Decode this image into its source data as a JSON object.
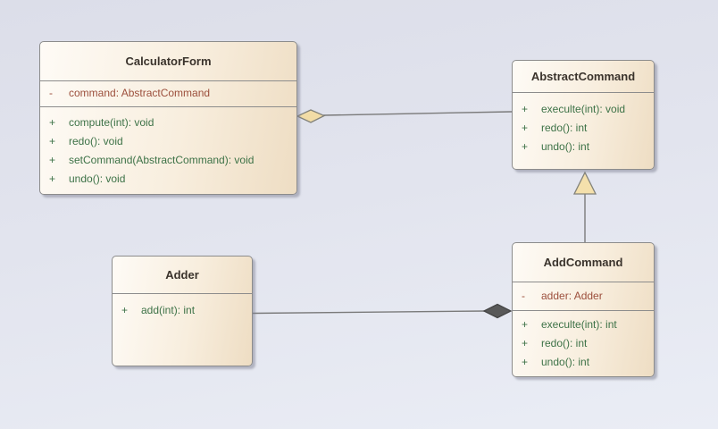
{
  "diagram": {
    "kind": "uml-class-diagram",
    "classes": [
      {
        "name": "CalculatorForm",
        "attributes": [
          {
            "visibility": "-",
            "text": "command: AbstractCommand"
          }
        ],
        "methods": [
          {
            "visibility": "+",
            "text": "compute(int): void"
          },
          {
            "visibility": "+",
            "text": "redo(): void"
          },
          {
            "visibility": "+",
            "text": "setCommand(AbstractCommand): void"
          },
          {
            "visibility": "+",
            "text": "undo(): void"
          }
        ]
      },
      {
        "name": "AbstractCommand",
        "attributes": [],
        "methods": [
          {
            "visibility": "+",
            "text": "execulte(int): void"
          },
          {
            "visibility": "+",
            "text": "redo(): int"
          },
          {
            "visibility": "+",
            "text": "undo(): int"
          }
        ]
      },
      {
        "name": "Adder",
        "attributes": [],
        "methods": [
          {
            "visibility": "+",
            "text": "add(int): int"
          }
        ]
      },
      {
        "name": "AddCommand",
        "attributes": [
          {
            "visibility": "-",
            "text": "adder: Adder"
          }
        ],
        "methods": [
          {
            "visibility": "+",
            "text": "execulte(int): int"
          },
          {
            "visibility": "+",
            "text": "redo(): int"
          },
          {
            "visibility": "+",
            "text": "undo(): int"
          }
        ]
      }
    ],
    "relationships": [
      {
        "type": "aggregation",
        "source": "CalculatorForm",
        "target": "AbstractCommand"
      },
      {
        "type": "generalization",
        "source": "AddCommand",
        "target": "AbstractCommand"
      },
      {
        "type": "composition",
        "source": "AddCommand",
        "target": "Adder"
      }
    ],
    "colors": {
      "canvas_top": "#dcdee9",
      "canvas_bottom": "#eaedf5",
      "class_fill_left": "#fefbf6",
      "class_fill_right": "#eeddc3",
      "class_border": "#8c8c8c",
      "title_text": "#3a332c",
      "attribute_text": "#9c4f3c",
      "method_text": "#3d7247",
      "connector_line": "#7a7a7a",
      "aggregation_diamond_fill": "#f2dca6",
      "generalization_triangle_fill": "#f4e0ac",
      "composition_diamond_fill": "#595959"
    }
  }
}
